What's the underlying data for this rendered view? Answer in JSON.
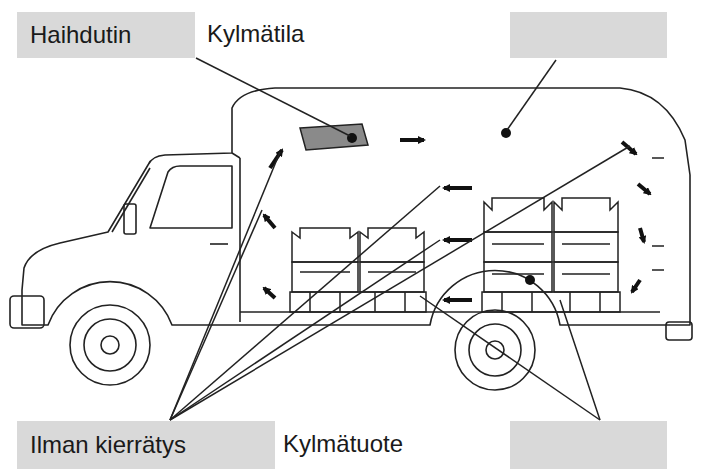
{
  "diagram": {
    "nodes": [
      {
        "text": [
          "Haihdutin"
        ]
      },
      {
        "text": [
          "Ilman kierrätys"
        ]
      }
    ],
    "labels": [
      "Kylmätila",
      "Kylmätuote"
    ]
  }
}
